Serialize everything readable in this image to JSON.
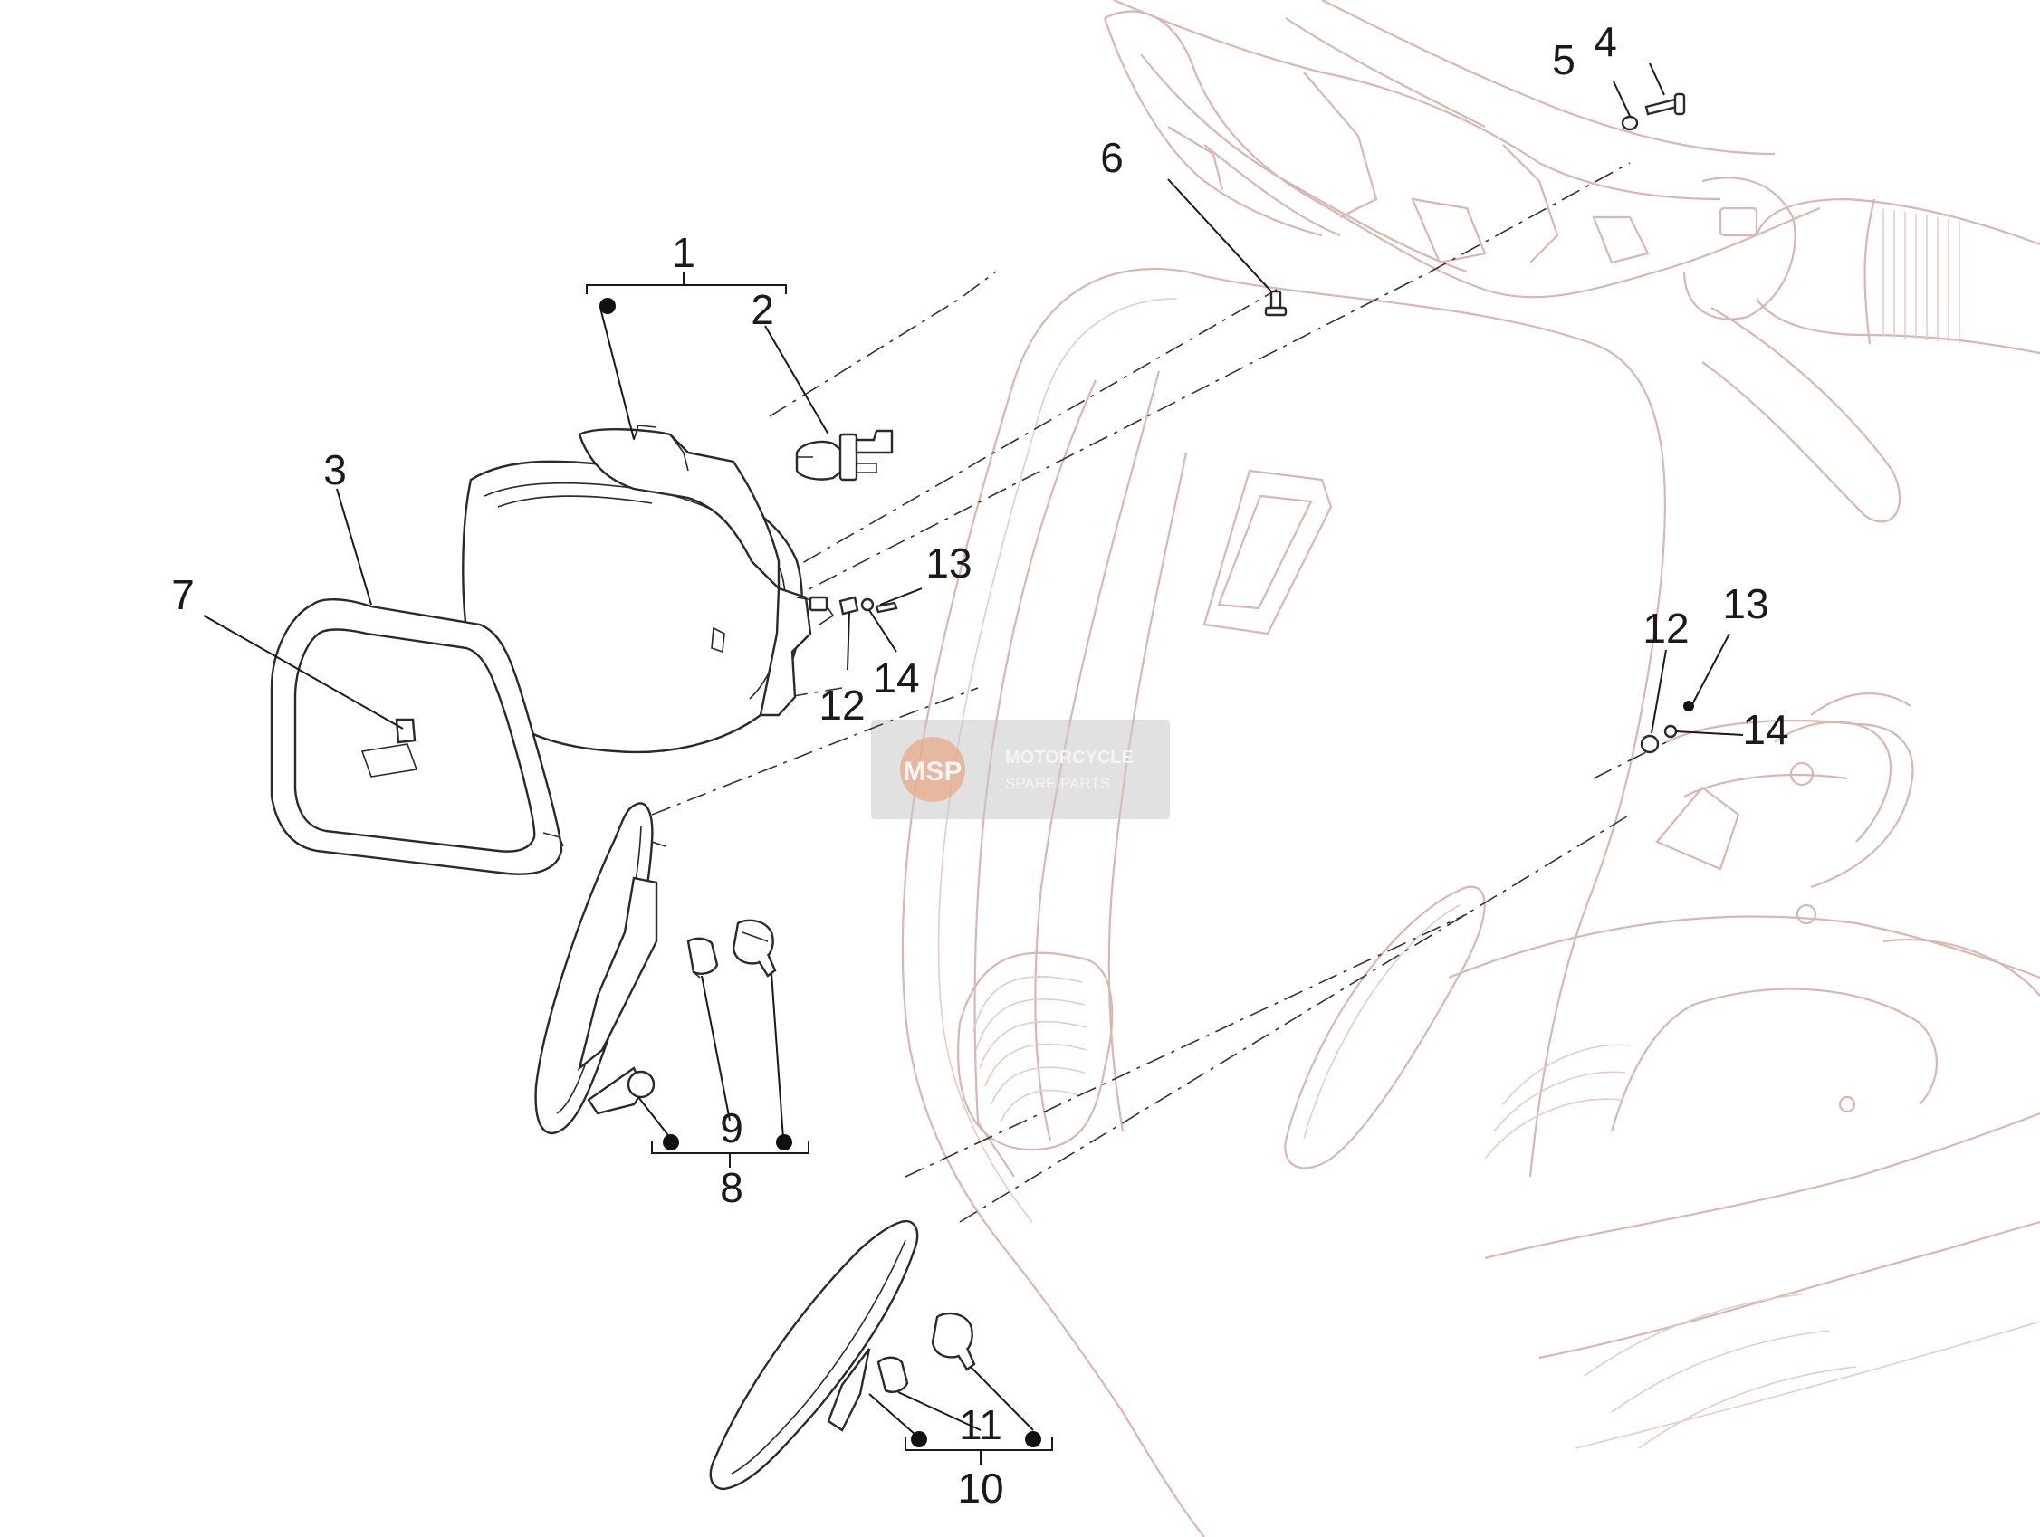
{
  "diagram": {
    "callouts": [
      {
        "id": "1",
        "text": "1"
      },
      {
        "id": "2",
        "text": "2"
      },
      {
        "id": "3",
        "text": "3"
      },
      {
        "id": "4",
        "text": "4"
      },
      {
        "id": "5",
        "text": "5"
      },
      {
        "id": "6",
        "text": "6"
      },
      {
        "id": "7",
        "text": "7"
      },
      {
        "id": "8",
        "text": "8"
      },
      {
        "id": "9",
        "text": "9"
      },
      {
        "id": "10",
        "text": "10"
      },
      {
        "id": "11",
        "text": "11"
      },
      {
        "id": "12a",
        "text": "12"
      },
      {
        "id": "12b",
        "text": "12"
      },
      {
        "id": "13a",
        "text": "13"
      },
      {
        "id": "13b",
        "text": "13"
      },
      {
        "id": "14a",
        "text": "14"
      },
      {
        "id": "14b",
        "text": "14"
      }
    ],
    "watermark": {
      "line1": "MOTORCYCLE",
      "line2": "SPARE PARTS",
      "logo": "MSP"
    },
    "colors": {
      "ghost_line": "#d9b7b0",
      "part_line": "#2a2a2a",
      "watermark_box": "#c9c9c9",
      "watermark_logo": "#e8a98a"
    }
  }
}
